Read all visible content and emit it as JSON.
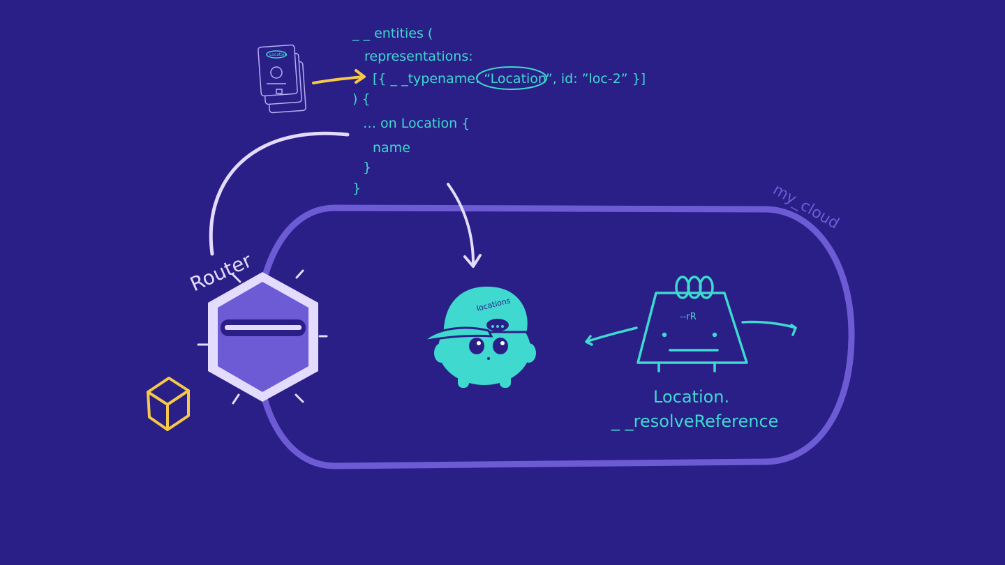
{
  "code": {
    "lines": [
      "_ _ entities (",
      "representations:",
      "[{ _ _typename: “Location”, id: ”loc-2” }]",
      ") {",
      "… on Location {",
      "name",
      "}",
      "}"
    ]
  },
  "router": {
    "label": "Router"
  },
  "cloud": {
    "label": "my_cloud"
  },
  "subgraph": {
    "hat_label": "locations"
  },
  "resolver": {
    "label_line1": "Location.",
    "label_line2": "_ _resolveReference",
    "badge": "--rR"
  },
  "passport": {
    "badge": "Location"
  },
  "colors": {
    "background": "#2a1f86",
    "cyan": "#3fd9d0",
    "purple": "#6d5bd6",
    "lavender": "#e4dcff",
    "yellow": "#f7c948"
  }
}
